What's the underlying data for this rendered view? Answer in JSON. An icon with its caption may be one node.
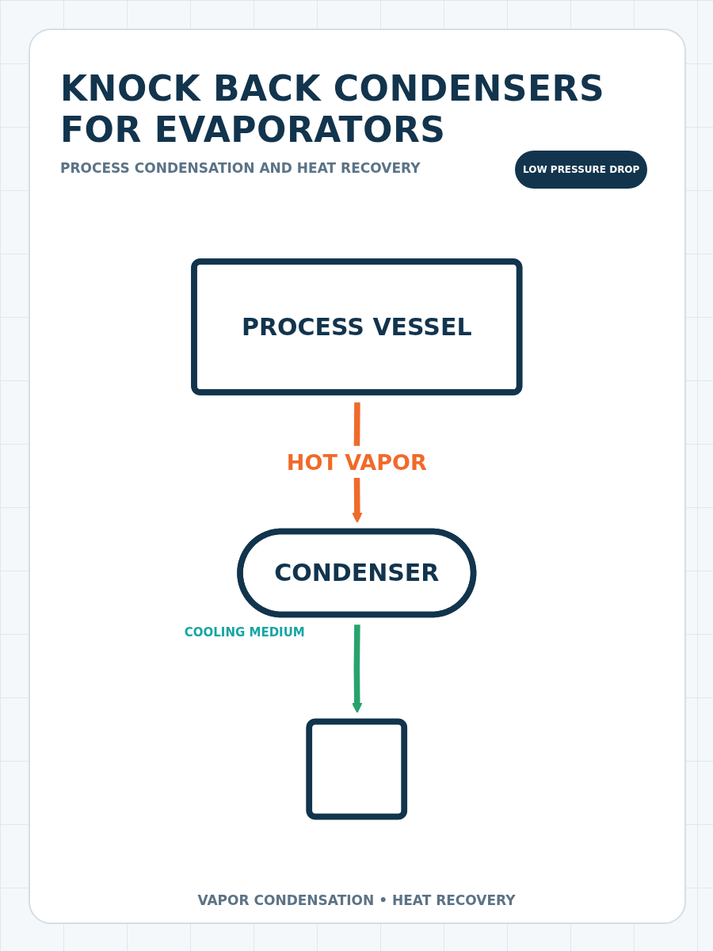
{
  "diagram": {
    "title": "KNOCK BACK CONDENSERS FOR EVAPORATORS",
    "caption": "VAPOR CONDENSATION • HEAT RECOVERY",
    "nodes": [
      {
        "text": [
          "PROCESS VESSEL"
        ]
      },
      {
        "text": [
          "CONDENSER"
        ]
      },
      {
        "text": [],
        "shape": "box"
      }
    ],
    "edges": [
      {
        "from": 0,
        "to": 1,
        "arrow": "to",
        "label": "HOT VAPOR",
        "color": "#f06a2a"
      },
      {
        "from": 1,
        "to": 2,
        "arrow": "to",
        "color": "#27a36d"
      }
    ],
    "labels": [
      "PROCESS CONDENSATION AND HEAT RECOVERY",
      "LOW PRESSURE DROP",
      "COOLING MEDIUM"
    ]
  }
}
